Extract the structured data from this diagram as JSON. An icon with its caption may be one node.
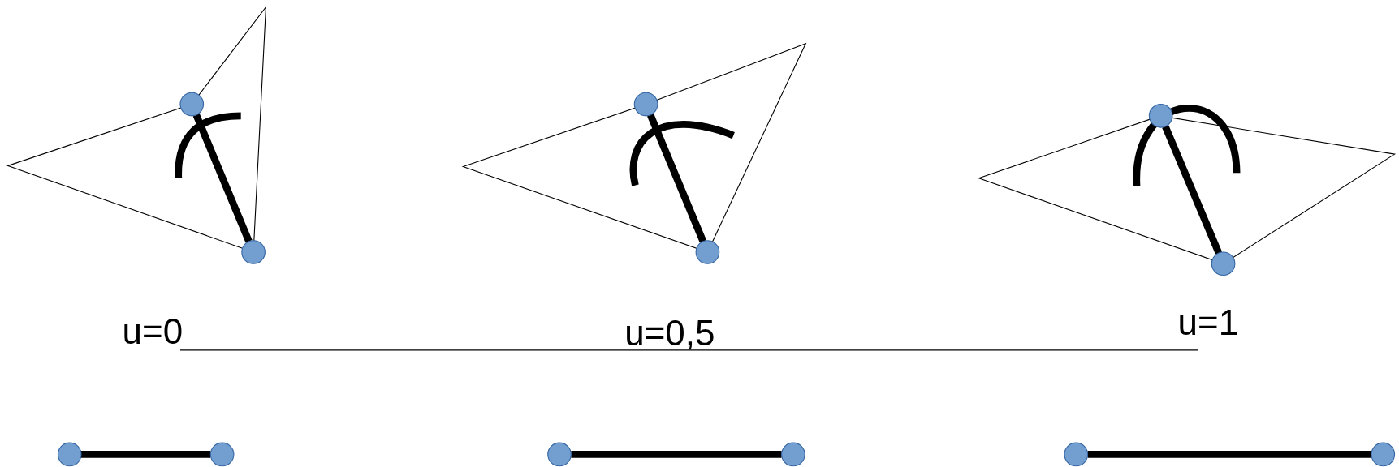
{
  "diagram": {
    "nodes": [
      {
        "text": [],
        "shape": "circle"
      },
      {
        "text": [],
        "shape": "circle"
      },
      {
        "text": [],
        "shape": "circle"
      },
      {
        "text": [],
        "shape": "circle"
      },
      {
        "text": [],
        "shape": "circle"
      },
      {
        "text": [],
        "shape": "circle"
      },
      {
        "text": [],
        "shape": "circle"
      },
      {
        "text": [],
        "shape": "circle"
      },
      {
        "text": [],
        "shape": "circle"
      },
      {
        "text": [],
        "shape": "circle"
      },
      {
        "text": [],
        "shape": "circle"
      },
      {
        "text": [],
        "shape": "circle"
      }
    ],
    "edges": [
      {
        "from": 0,
        "to": 1,
        "arrow": "none"
      },
      {
        "from": 2,
        "to": 3,
        "arrow": "none"
      },
      {
        "from": 4,
        "to": 5,
        "arrow": "none"
      },
      {
        "from": 6,
        "to": 7,
        "arrow": "none"
      },
      {
        "from": 8,
        "to": 9,
        "arrow": "none"
      },
      {
        "from": 10,
        "to": 11,
        "arrow": "none"
      }
    ],
    "labels": [
      "u=0",
      "u=0,5",
      "u=1"
    ]
  }
}
